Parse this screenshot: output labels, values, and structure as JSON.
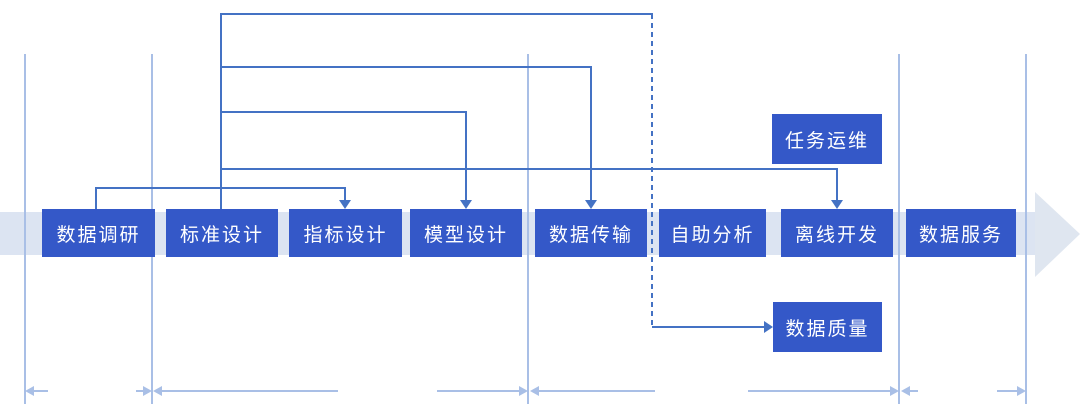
{
  "diagram": {
    "pipeline_stages": [
      {
        "label": "数据调研"
      },
      {
        "label": "标准设计"
      },
      {
        "label": "指标设计"
      },
      {
        "label": "模型设计"
      },
      {
        "label": "数据传输"
      },
      {
        "label": "自助分析"
      },
      {
        "label": "离线开发"
      },
      {
        "label": "数据服务"
      }
    ],
    "floating_boxes": {
      "task_ops": {
        "label": "任务运维"
      },
      "data_quality": {
        "label": "数据质量"
      }
    },
    "connections": [
      {
        "from": "数据调研",
        "to": "指标设计",
        "style": "solid"
      },
      {
        "from": "标准设计",
        "to": "模型设计",
        "style": "solid"
      },
      {
        "from": "标准设计",
        "to": "数据传输",
        "style": "solid"
      },
      {
        "from": "标准设计",
        "to": "离线开发",
        "style": "solid"
      },
      {
        "from": "标准设计",
        "to": "数据质量",
        "style": "dashed"
      }
    ],
    "colors": {
      "stage_box": "#3458c8",
      "connector": "#4472c4",
      "divider": "#a9bfe6",
      "band": "#dce4f2",
      "band_arrow": "#dfe6f0",
      "box_text": "#ffffff"
    }
  }
}
